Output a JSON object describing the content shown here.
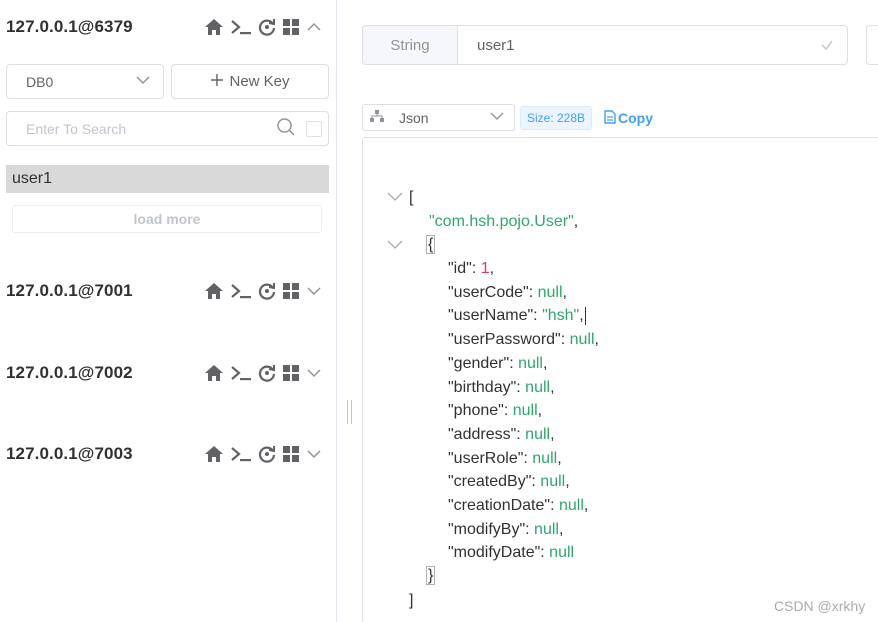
{
  "connections": [
    {
      "name": "127.0.0.1@6379",
      "expanded": true
    },
    {
      "name": "127.0.0.1@7001",
      "expanded": false
    },
    {
      "name": "127.0.0.1@7002",
      "expanded": false
    },
    {
      "name": "127.0.0.1@7003",
      "expanded": false
    }
  ],
  "db_select": {
    "value": "DB0"
  },
  "new_key": {
    "label": "New Key"
  },
  "search": {
    "placeholder": "Enter To Search",
    "value": ""
  },
  "keys": [
    "user1"
  ],
  "load_more": {
    "label": "load more"
  },
  "detail": {
    "type_label": "String",
    "key_name": "user1",
    "format": "Json",
    "size": "Size: 228B",
    "copy_label": "Copy"
  },
  "json_view": {
    "open_array": "[",
    "class_name": "\"com.hsh.pojo.User\"",
    "comma": ",",
    "open_obj": "{",
    "close_obj": "}",
    "close_array": "]",
    "fields": [
      {
        "key": "\"id\"",
        "value": "1",
        "kind": "number",
        "comma": ","
      },
      {
        "key": "\"userCode\"",
        "value": "null",
        "kind": "null",
        "comma": ","
      },
      {
        "key": "\"userName\"",
        "value": "\"hsh\"",
        "kind": "string",
        "comma": ","
      },
      {
        "key": "\"userPassword\"",
        "value": "null",
        "kind": "null",
        "comma": ","
      },
      {
        "key": "\"gender\"",
        "value": "null",
        "kind": "null",
        "comma": ","
      },
      {
        "key": "\"birthday\"",
        "value": "null",
        "kind": "null",
        "comma": ","
      },
      {
        "key": "\"phone\"",
        "value": "null",
        "kind": "null",
        "comma": ","
      },
      {
        "key": "\"address\"",
        "value": "null",
        "kind": "null",
        "comma": ","
      },
      {
        "key": "\"userRole\"",
        "value": "null",
        "kind": "null",
        "comma": ","
      },
      {
        "key": "\"createdBy\"",
        "value": "null",
        "kind": "null",
        "comma": ","
      },
      {
        "key": "\"creationDate\"",
        "value": "null",
        "kind": "null",
        "comma": ","
      },
      {
        "key": "\"modifyBy\"",
        "value": "null",
        "kind": "null",
        "comma": ","
      },
      {
        "key": "\"modifyDate\"",
        "value": "null",
        "kind": "null",
        "comma": ""
      }
    ]
  },
  "watermark": "CSDN @xrkhy",
  "colors": {
    "accent": "#409eff",
    "json_string": "#2ea86b",
    "json_number": "#e0386b",
    "border": "#dcdfe6"
  }
}
